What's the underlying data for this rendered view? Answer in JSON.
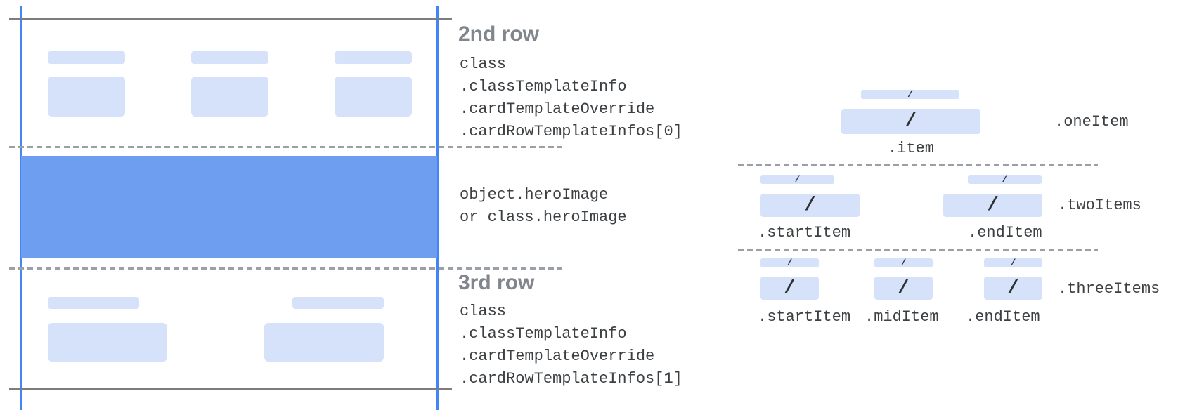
{
  "left_card": {
    "row2": {
      "title": "2nd row",
      "code": [
        "class",
        ".classTemplateInfo",
        ".cardTemplateOverride",
        ".cardRowTemplateInfos[0]"
      ]
    },
    "hero": {
      "code": [
        "object.heroImage",
        "or class.heroImage"
      ]
    },
    "row3": {
      "title": "3rd row",
      "code": [
        "class",
        ".classTemplateInfo",
        ".cardTemplateOverride",
        ".cardRowTemplateInfos[1]"
      ]
    }
  },
  "item_layouts": {
    "slash": "/",
    "one_item": {
      "row_label": ".oneItem",
      "item_labels": [
        ".item"
      ]
    },
    "two_items": {
      "row_label": ".twoItems",
      "item_labels": [
        ".startItem",
        ".endItem"
      ]
    },
    "three_items": {
      "row_label": ".threeItems",
      "item_labels": [
        ".startItem",
        ".midItem",
        ".endItem"
      ]
    }
  },
  "colors": {
    "accent_blue": "#4285f4",
    "hero_blue": "#6d9eef",
    "placeholder_blue": "#d5e2fa",
    "solid_line_gray": "#7d7d7d",
    "dashed_line_gray": "#9aa0a6",
    "heading_gray": "#80868b",
    "code_text": "#3c4043"
  }
}
